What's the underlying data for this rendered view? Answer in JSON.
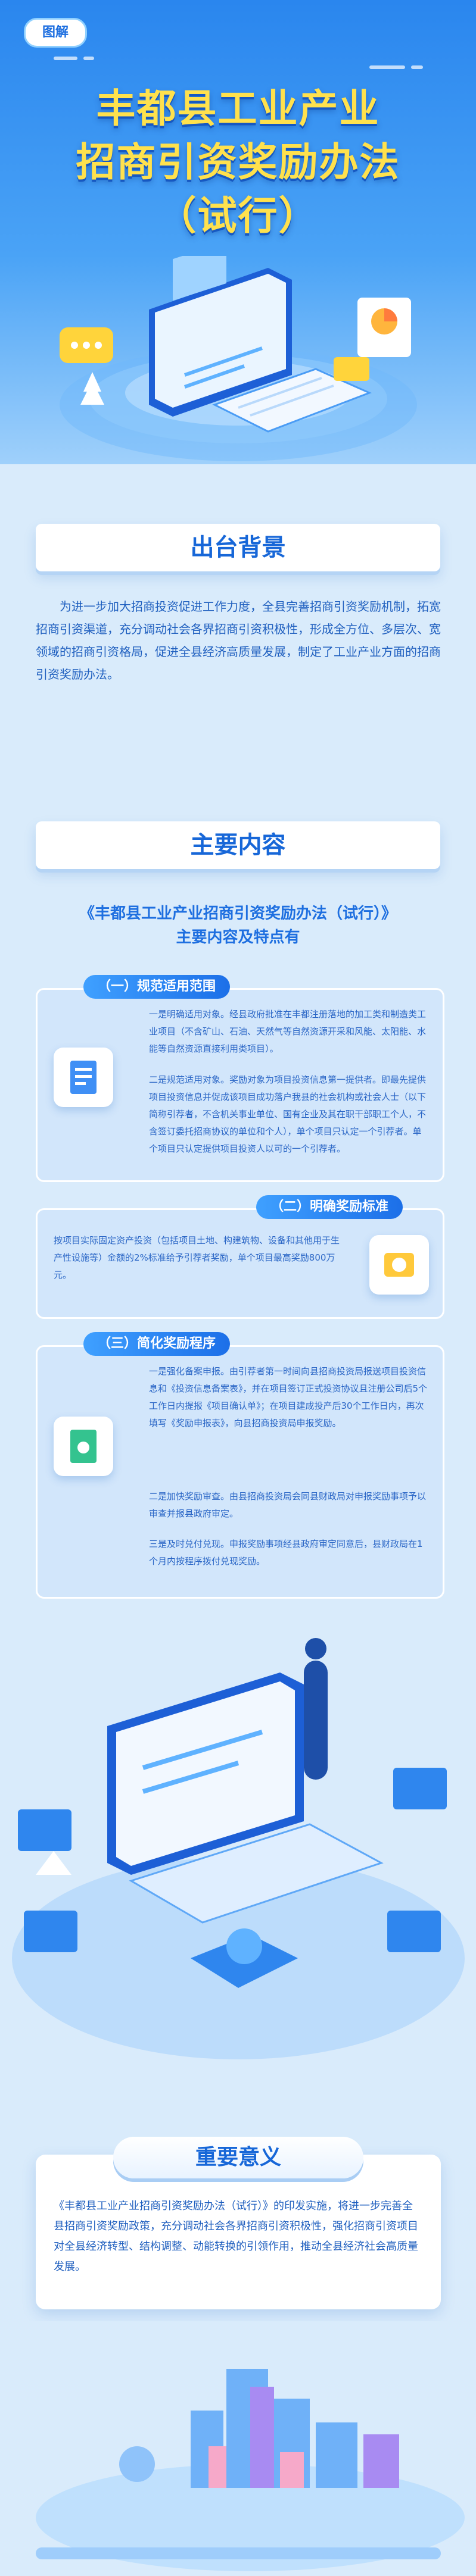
{
  "header": {
    "badge": "图解",
    "title_lines": [
      "丰都县工业产业",
      "招商引资奖励办法",
      "（试行）"
    ]
  },
  "background": {
    "heading": "出台背景",
    "text": "为进一步加大招商投资促进工作力度，全县完善招商引资奖励机制，拓宽招商引资渠道，充分调动社会各界招商引资积极性，形成全方位、多层次、宽领域的招商引资格局，促进全县经济高质量发展，制定了工业产业方面的招商引资奖励办法。"
  },
  "main": {
    "heading": "主要内容",
    "subtitle_1": "《丰都县工业产业招商引资奖励办法（试行）》",
    "subtitle_2": "主要内容及特点有",
    "items": [
      {
        "tag": "（一）规范适用范围",
        "points": [
          "一是明确适用对象。经县政府批准在丰都注册落地的加工类和制造类工业项目（不含矿山、石油、天然气等自然资源开采和风能、太阳能、水能等自然资源直接利用类项目）。",
          "二是规范适用对象。奖励对象为项目投资信息第一提供者。即最先提供项目投资信息并促成该项目成功落户我县的社会机构或社会人士（以下简称引荐者，不含机关事业单位、国有企业及其在职干部职工个人，不含签订委托招商协议的单位和个人），单个项目只认定一个引荐者。单个项目只认定提供项目投资人以可的一个引荐者。"
        ]
      },
      {
        "tag": "（二）明确奖励标准",
        "points": [
          "按项目实际固定资产投资（包括项目土地、构建筑物、设备和其他用于生产性设施等）金额的2%标准给予引荐者奖励，单个项目最高奖励800万元。"
        ]
      },
      {
        "tag": "（三）简化奖励程序",
        "points": [
          "一是强化备案申报。由引荐者第一时间向县招商投资局报送项目投资信息和《投资信息备案表》，并在项目签订正式投资协议且注册公司后5个工作日内提报《项目确认单》；在项目建成投产后30个工作日内，再次填写《奖励申报表》，向县招商投资局申报奖励。",
          "二是加快奖励审查。由县招商投资局会同县财政局对申报奖励事项予以审查并报县政府审定。",
          "三是及时兑付兑现。申报奖励事项经县政府审定同意后，县财政局在1个月内按程序拨付兑现奖励。"
        ]
      }
    ]
  },
  "importance": {
    "heading": "重要意义",
    "text": "《丰都县工业产业招商引资奖励办法（试行）》的印发实施，将进一步完善全县招商引资奖励政策，充分调动社会各界招商引资积极性，强化招商引资项目对全县经济转型、结构调整、动能转换的引领作用，推动全县经济社会高质量发展。"
  }
}
